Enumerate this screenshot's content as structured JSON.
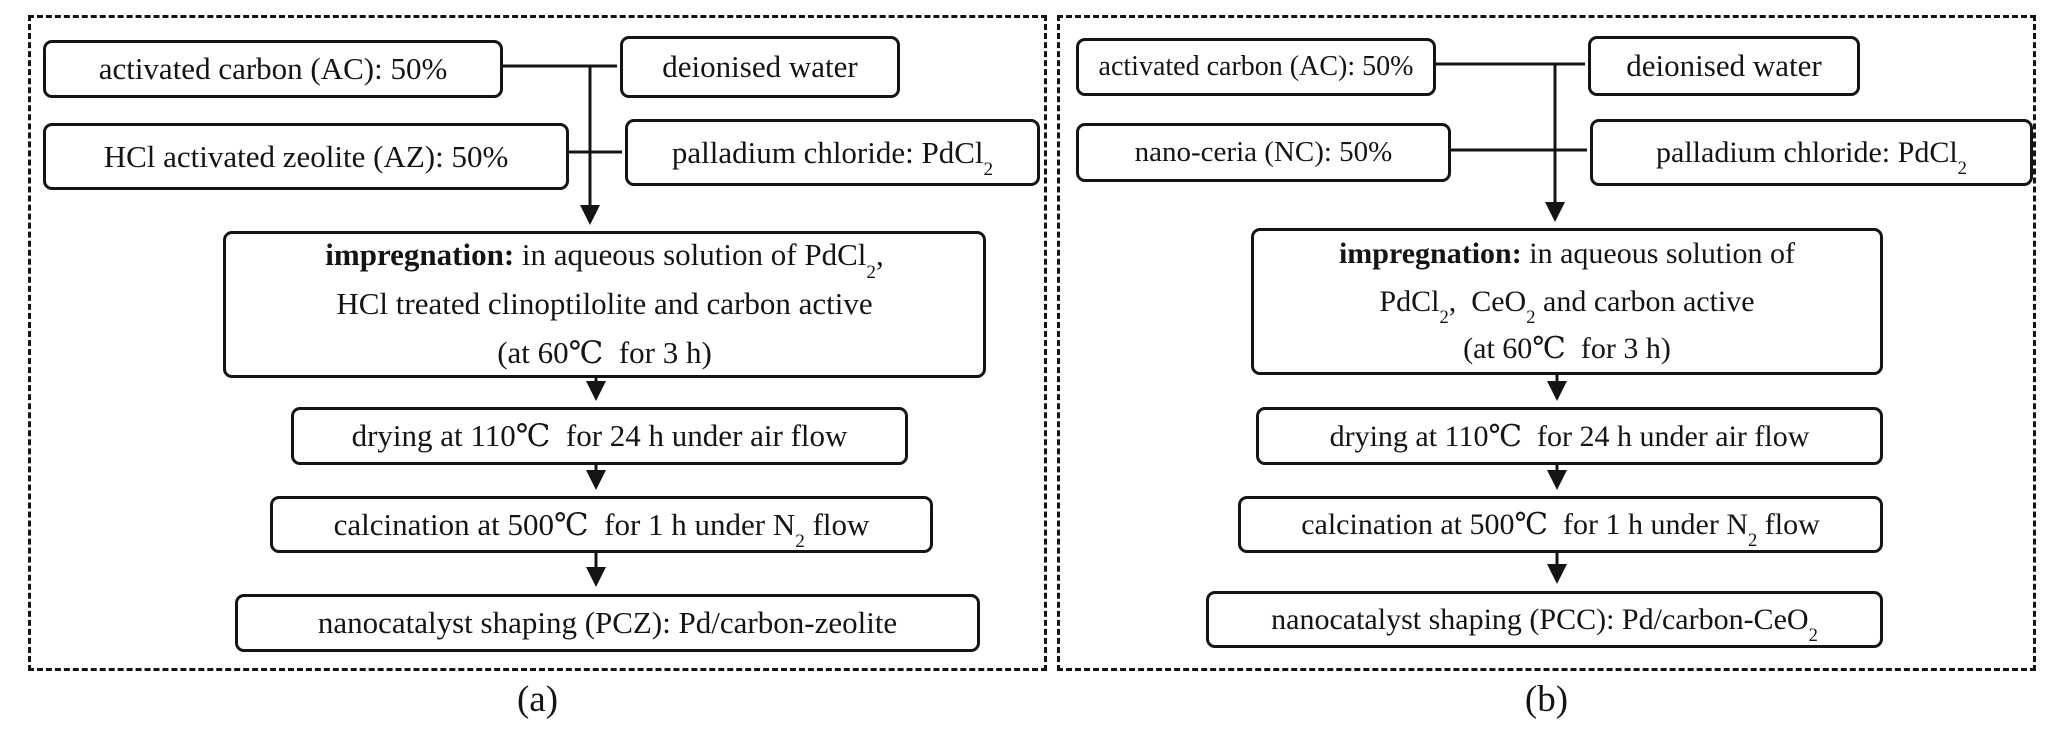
{
  "figure": {
    "caption_a": "(a)",
    "caption_b": "(b)"
  },
  "panel_a": {
    "material1": "activated carbon (AC): 50%",
    "solvent": "deionised water",
    "material2": "HCl activated zeolite (AZ): 50%",
    "precursor_pre": "palladium chloride: PdCl",
    "precursor_sub": "2",
    "imp_bold": "impregnation:",
    "imp_l1_rest": " in aqueous solution of PdCl",
    "imp_l1_sub": "2",
    "imp_l1_tail": ",",
    "imp_l2": "HCl treated clinoptilolite and carbon active",
    "imp_l3": "(at 60℃  for 3 h)",
    "drying": "drying at 110℃  for 24 h under air flow",
    "calc_pre": "calcination at 500℃  for 1 h under N",
    "calc_sub": "2",
    "calc_post": " flow",
    "shaping": "nanocatalyst shaping (PCZ): Pd/carbon-zeolite"
  },
  "panel_b": {
    "material1": "activated carbon (AC): 50%",
    "solvent": "deionised water",
    "material2": "nano-ceria (NC): 50%",
    "precursor_pre": "palladium chloride: PdCl",
    "precursor_sub": "2",
    "imp_bold": "impregnation:",
    "imp_l1_rest": " in aqueous solution of",
    "imp_l2_s1": "PdCl",
    "imp_l2_sub1": "2",
    "imp_l2_s2": ",  CeO",
    "imp_l2_sub2": "2",
    "imp_l2_s3": " and carbon active",
    "imp_l3": "(at 60℃  for 3 h)",
    "drying": "drying at 110℃  for 24 h under air flow",
    "calc_pre": "calcination at 500℃  for 1 h under N",
    "calc_sub": "2",
    "calc_post": " flow",
    "shaping_pre": "nanocatalyst shaping (PCC): Pd/carbon-CeO",
    "shaping_sub": "2"
  }
}
